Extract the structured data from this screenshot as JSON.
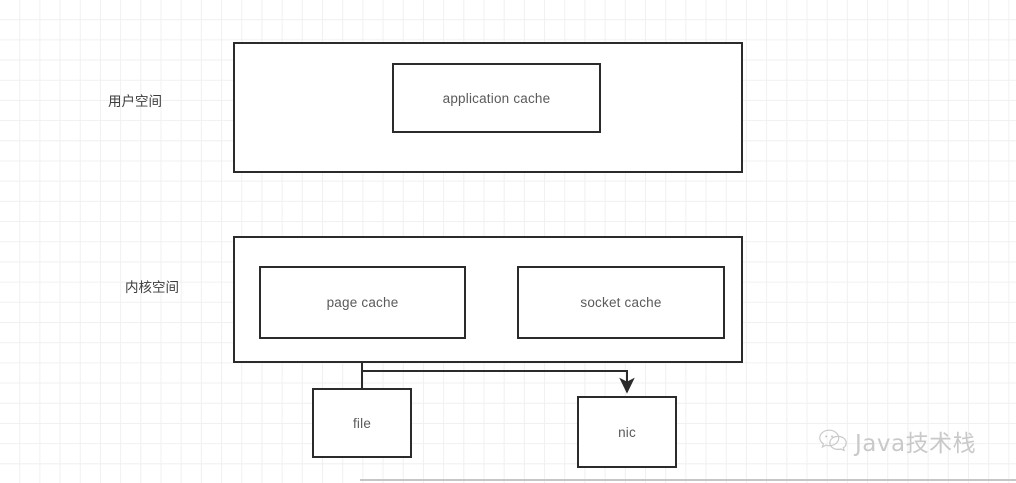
{
  "diagram": {
    "title": "zero copy buffer diagram",
    "regions": [
      {
        "id": "user-space",
        "side_label": "用户空间",
        "children": [
          {
            "id": "application-cache",
            "label": "application cache"
          }
        ]
      },
      {
        "id": "kernel-space",
        "side_label": "内核空间",
        "children": [
          {
            "id": "page-cache",
            "label": "page cache"
          },
          {
            "id": "socket-cache",
            "label": "socket cache"
          }
        ]
      }
    ],
    "devices": [
      {
        "id": "file",
        "label": "file"
      },
      {
        "id": "nic",
        "label": "nic"
      }
    ],
    "connections": [
      {
        "id": "file-to-page-cache",
        "from": "file",
        "to": "page cache",
        "arrow": "up"
      },
      {
        "id": "file-to-nic",
        "from": "file",
        "to": "nic",
        "arrow": "down"
      }
    ]
  },
  "watermark": {
    "icon": "wechat-icon",
    "text": "Java技术栈"
  },
  "colors": {
    "stroke": "#2b2b2b",
    "node_text": "#5a5a5a",
    "label_text": "#3c3c3c",
    "grid": "#f0f0f0",
    "watermark": "#c9c9c9",
    "background": "#ffffff"
  }
}
